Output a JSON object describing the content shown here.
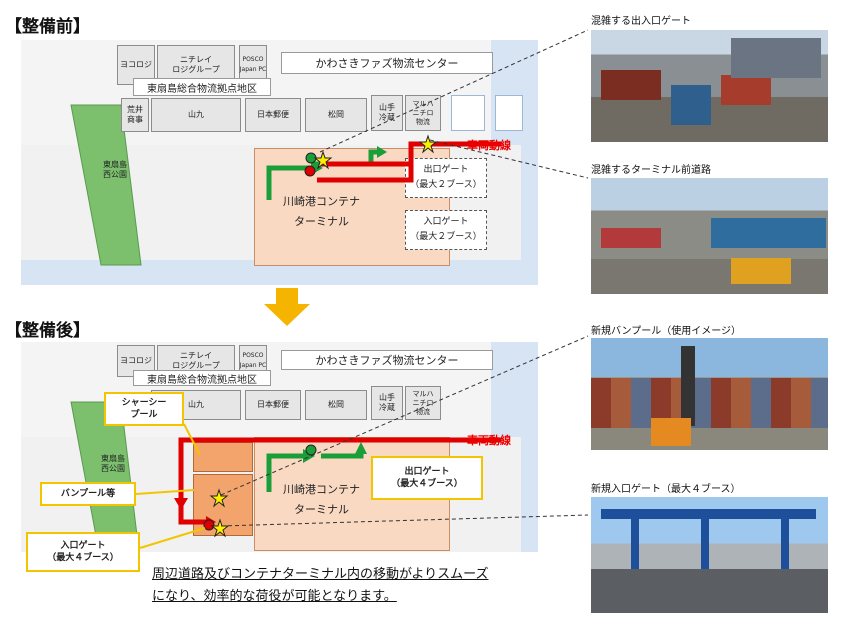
{
  "before": {
    "heading": "【整備前】",
    "center_name": "かわさきファズ物流センター",
    "district": "東扇島総合物流拠点地区",
    "park": "東扇島\n西公園",
    "terminal": "川崎港コンテナ\nターミナル",
    "route_label": "車両動線",
    "exit_gate": "出口ゲート\n（最大２ブース）",
    "entry_gate": "入口ゲート\n（最大２ブース）",
    "buildings": {
      "yokorogi": "ヨコロジ",
      "nichirei": "ニチレイ\nロジグループ",
      "posco": "POSCO\nJapan PC",
      "arai": "荒井\n商事",
      "yamakyu": "山九",
      "nippon_post": "日本郵便",
      "matsuoka": "松岡",
      "yamate": "山手\n冷蔵",
      "maruha": "マルハ\nニチロ\n物流"
    }
  },
  "after": {
    "heading": "【整備後】",
    "center_name": "かわさきファズ物流センター",
    "district": "東扇島総合物流拠点地区",
    "park": "東扇島\n西公園",
    "terminal": "川崎港コンテナ\nターミナル",
    "route_label": "車両動線",
    "chassis_pool": "シャーシー\nプール",
    "van_pool": "バンプール等",
    "entry_gate": "入口ゲート\n（最大４ブース）",
    "exit_gate": "出口ゲート\n（最大４ブース）",
    "buildings": {
      "yokorogi": "ヨコロジ",
      "nichirei": "ニチレイ\nロジグループ",
      "posco": "POSCO\nJapan PC",
      "yamakyu": "山九",
      "nippon_post": "日本郵便",
      "matsuoka": "松岡",
      "yamate": "山手\n冷蔵",
      "maruha": "マルハ\nニチロ\n物流"
    }
  },
  "caption": {
    "line1": "周辺道路及びコンテナターミナル内の移動がよりスムーズ",
    "line2": "になり、効率的な荷役が可能となります。"
  },
  "photos": [
    {
      "title": "混雑する出入口ゲート"
    },
    {
      "title": "混雑するターミナル前道路"
    },
    {
      "title": "新規バンプール（使用イメージ）"
    },
    {
      "title": "新規入口ゲート（最大４ブース）"
    }
  ],
  "colors": {
    "map_bg": "#d6e4f4",
    "terminal": "#f9d9c2",
    "park": "#7cc06e",
    "route_red": "#e00000",
    "route_green": "#1a9e3a",
    "arrow": "#f5b400",
    "callout": "#f2c500"
  }
}
